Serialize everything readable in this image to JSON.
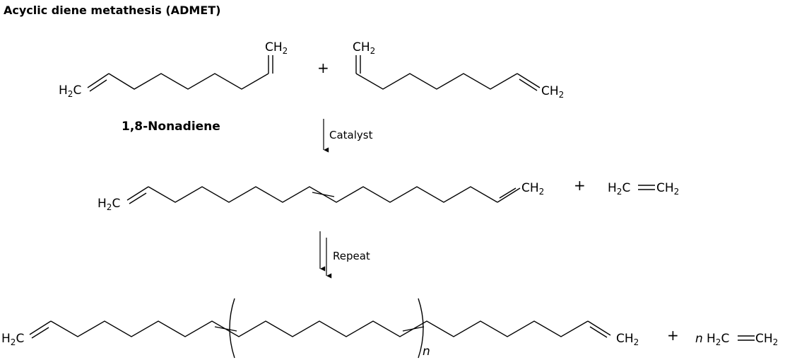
{
  "title": "Acyclic diene metathesis (ADMET)",
  "reactant_name": "1,8-Nonadiene",
  "groups": {
    "h2c_prefix": "H",
    "h2c_suffix": "C",
    "ch2_prefix": "CH",
    "subscript": "2"
  },
  "plus": "+",
  "step1_condition": "Catalyst",
  "step2_condition": "Repeat",
  "repeat_subscript": "n",
  "coefficient": "n"
}
